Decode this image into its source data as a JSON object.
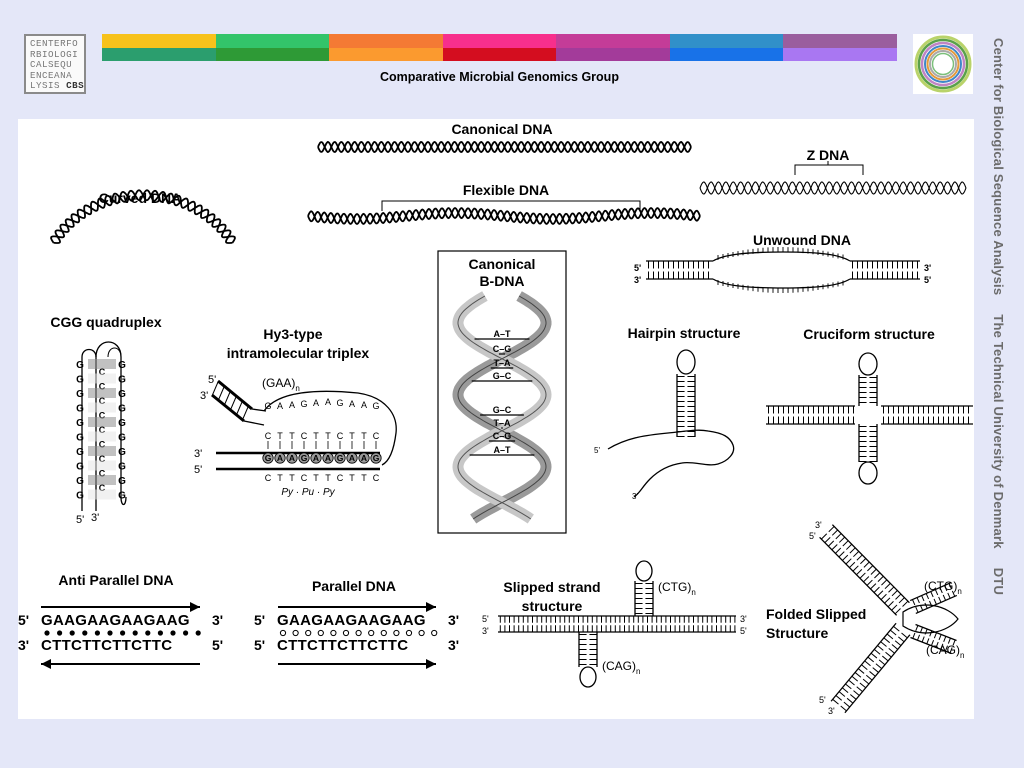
{
  "header": {
    "logo_lines": [
      "CENTERFO",
      "RBIOLOGI",
      "CALSEQU",
      "ENCEANA",
      "LYSIS"
    ],
    "logo_suffix": "CBS",
    "group_title": "Comparative Microbial Genomics Group",
    "bar_colors_top": [
      "#f7c21b",
      "#33c46a",
      "#f47a34",
      "#f72f8c",
      "#c43c98",
      "#3190c9",
      "#9a5e9e"
    ],
    "bar_colors_bottom": [
      "#2b9e6e",
      "#2e9a36",
      "#fb9a2f",
      "#d40d1f",
      "#a33b9a",
      "#1872e8",
      "#a977f2"
    ]
  },
  "sidebar": {
    "vertical_text": "Center for Biological Sequence Analysis     The Technical University of Denmark     DTU"
  },
  "diagram": {
    "canonical_dna": "Canonical DNA",
    "z_dna": "Z DNA",
    "curved_dna": "Curved DNA",
    "flexible_dna": "Flexible DNA",
    "canonical_bdna_line1": "Canonical",
    "canonical_bdna_line2": "B-DNA",
    "unwound_dna": "Unwound DNA",
    "cgg_quadruplex": "CGG quadruplex",
    "hy3_line1": "Hy3-type",
    "hy3_line2": "intramolecular triplex",
    "gaa_n": "(GAA)",
    "n_sub": "n",
    "py_pu_py": "Py · Pu · Py",
    "hairpin": "Hairpin structure",
    "cruciform": "Cruciform structure",
    "anti_parallel": "Anti Parallel DNA",
    "parallel": "Parallel DNA",
    "slipped_line1": "Slipped strand",
    "slipped_line2": "structure",
    "folded_line1": "Folded Slipped",
    "folded_line2": "Structure",
    "ctg_n": "(CTG)",
    "cag_n": "(CAG)",
    "seq_top": "GAAGAAGAAGAAG",
    "seq_bottom": "CTTCTTCTTCTTC",
    "five_prime": "5'",
    "three_prime": "3'",
    "bdna_pairs": [
      "A–T",
      "C–G",
      "T–A",
      "G–C",
      "G–C",
      "T–A",
      "C–G",
      "A–T"
    ],
    "triplex_top": [
      "G",
      "A",
      "A",
      "G",
      "A",
      "A",
      "G",
      "A",
      "A",
      "G"
    ],
    "triplex_mid_top": [
      "C",
      "T",
      "T",
      "C",
      "T",
      "T",
      "C",
      "T",
      "T",
      "C"
    ],
    "triplex_mid": [
      "G",
      "A",
      "A",
      "G",
      "A",
      "A",
      "G",
      "A",
      "A",
      "G"
    ],
    "triplex_bot": [
      "C",
      "T",
      "T",
      "C",
      "T",
      "T",
      "C",
      "T",
      "T",
      "C"
    ],
    "quad_left": [
      "G",
      "G",
      "G",
      "G",
      "G",
      "G",
      "G",
      "G",
      "G",
      "G"
    ],
    "quad_mid": [
      "C",
      "C",
      "C",
      "C",
      "C",
      "C",
      "C",
      "C",
      "C"
    ],
    "quad_right": [
      "G",
      "G",
      "G",
      "G",
      "G",
      "G",
      "G",
      "G",
      "G",
      "G"
    ]
  }
}
